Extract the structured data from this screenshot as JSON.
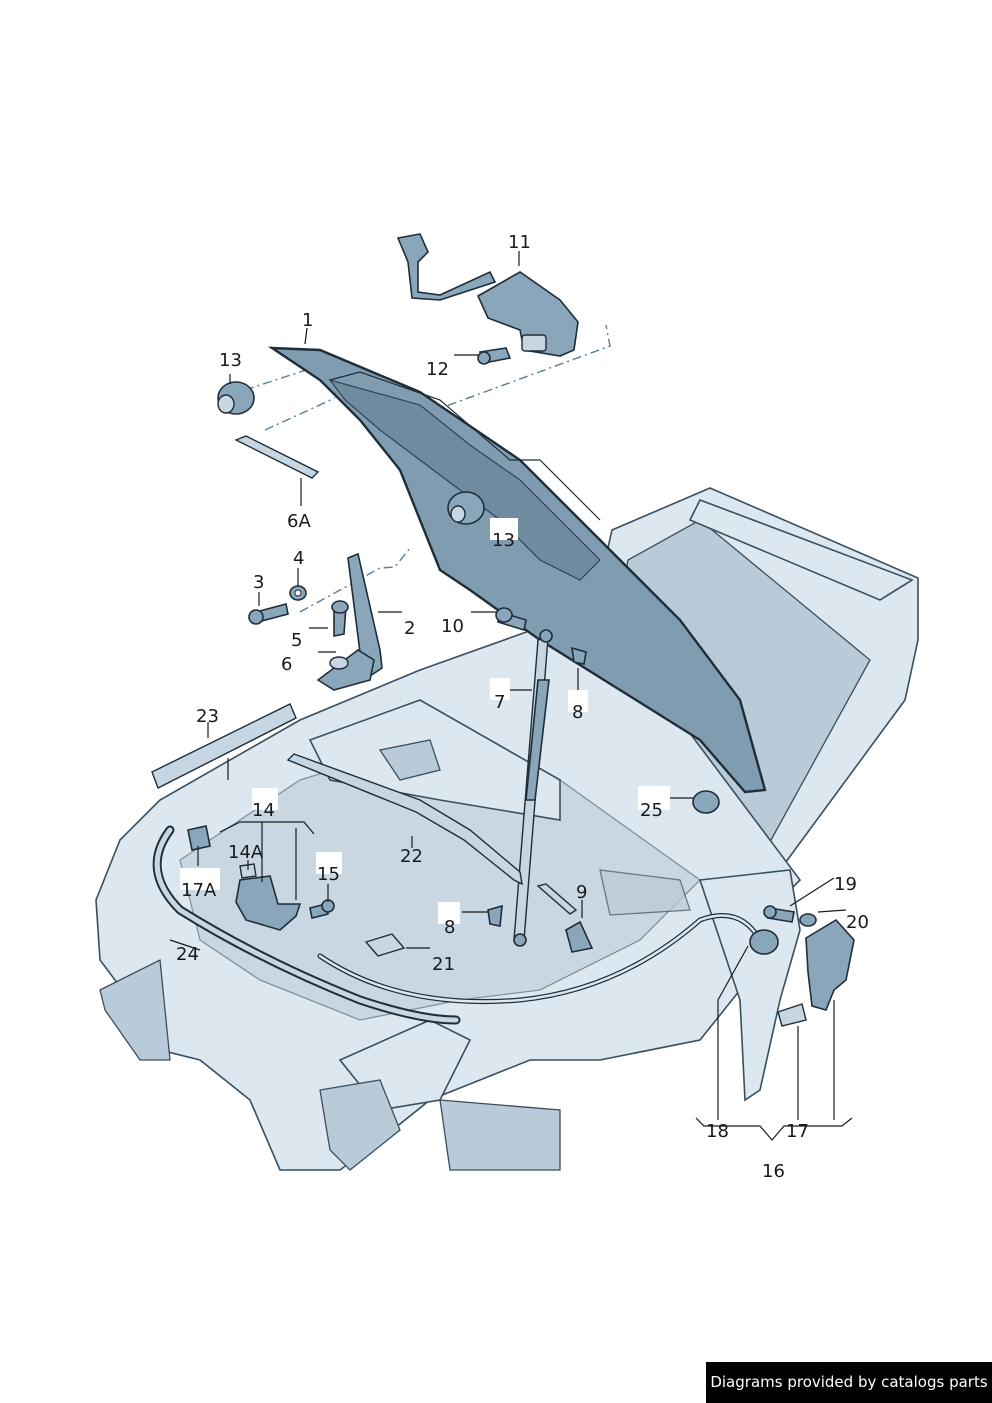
{
  "credit": "Diagrams provided by catalogs parts",
  "callouts": {
    "c1": "1",
    "c2": "2",
    "c3": "3",
    "c4": "4",
    "c5": "5",
    "c6": "6",
    "c6a": "6A",
    "c7": "7",
    "c8a": "8",
    "c8b": "8",
    "c9": "9",
    "c10": "10",
    "c11": "11",
    "c12": "12",
    "c13a": "13",
    "c13b": "13",
    "c14": "14",
    "c14a": "14A",
    "c15": "15",
    "c16": "16",
    "c17": "17",
    "c17a": "17A",
    "c18": "18",
    "c19": "19",
    "c20": "20",
    "c21": "21",
    "c22": "22",
    "c23": "23",
    "c24": "24",
    "c25": "25"
  },
  "colors": {
    "hood": "#7f9cb0",
    "body": "#dce7ef",
    "outline": "#1f2d38"
  }
}
